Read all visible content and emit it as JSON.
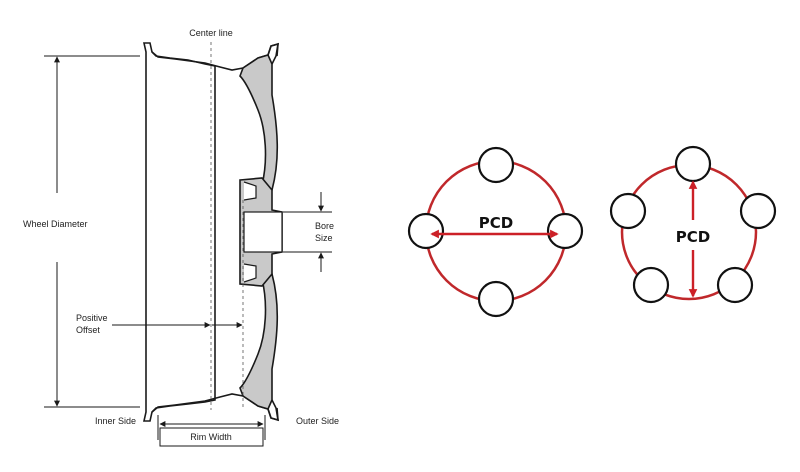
{
  "wheel_profile": {
    "center_line": "Center line",
    "wheel_diameter": "Wheel Diameter",
    "bore_size_line1": "Bore",
    "bore_size_line2": "Size",
    "positive_offset_line1": "Positive",
    "positive_offset_line2": "Offset",
    "inner_side": "Inner Side",
    "outer_side": "Outer Side",
    "rim_width": "Rim Width"
  },
  "pcd_4_lug": {
    "label": "PCD",
    "lug_count": 4
  },
  "pcd_5_lug": {
    "label": "PCD",
    "lug_count": 5
  },
  "colors": {
    "circle": "#c0282b",
    "arrow": "#cc2027",
    "lug": "#111111",
    "wheel_fill": "#c9c9c9",
    "outline": "#1a1a1a"
  }
}
